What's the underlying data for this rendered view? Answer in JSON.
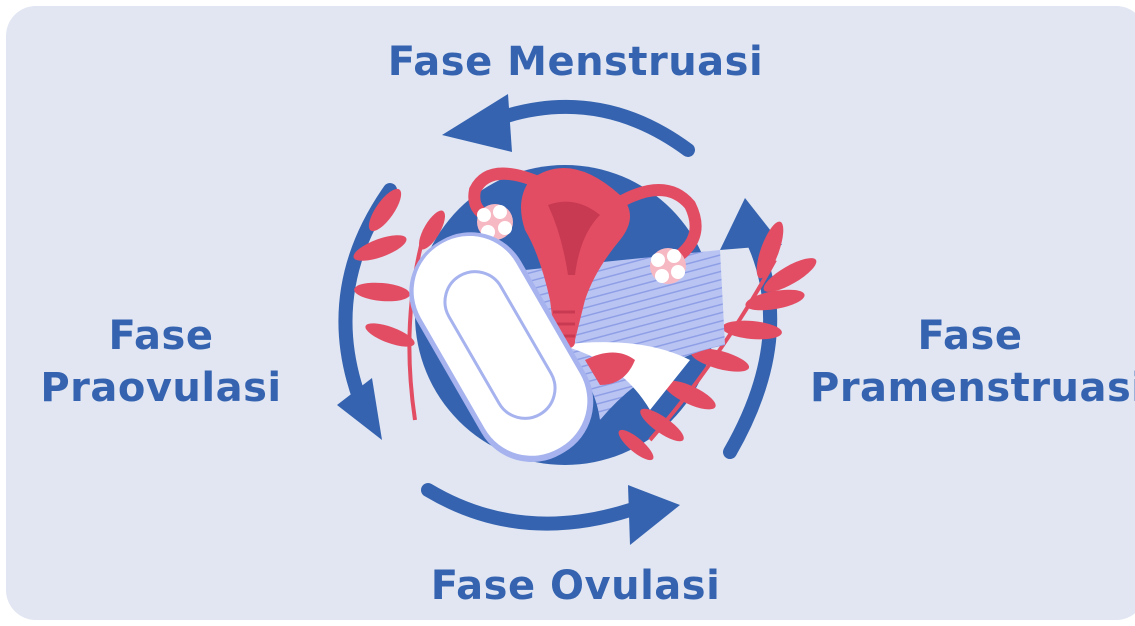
{
  "phases": {
    "top": {
      "label": "Fase Menstruasi"
    },
    "left": {
      "line1": "Fase",
      "line2": "Praovulasi"
    },
    "right": {
      "line1": "Fase",
      "line2": "Pramenstruasi"
    },
    "bottom": {
      "label": "Fase Ovulasi"
    }
  },
  "colors": {
    "background": "#e1e6f2",
    "arrow": "#3563b0",
    "circle": "#3563b0",
    "uterus": "#e24d63",
    "leaf": "#e24d63",
    "pad": "#ffffff",
    "pad_outline": "#a6b3ee"
  },
  "icons": [
    "cycle-arrow-icon",
    "uterus-icon",
    "sanitary-pad-icon",
    "underwear-icon",
    "leaf-icon",
    "ovary-flower-icon"
  ]
}
